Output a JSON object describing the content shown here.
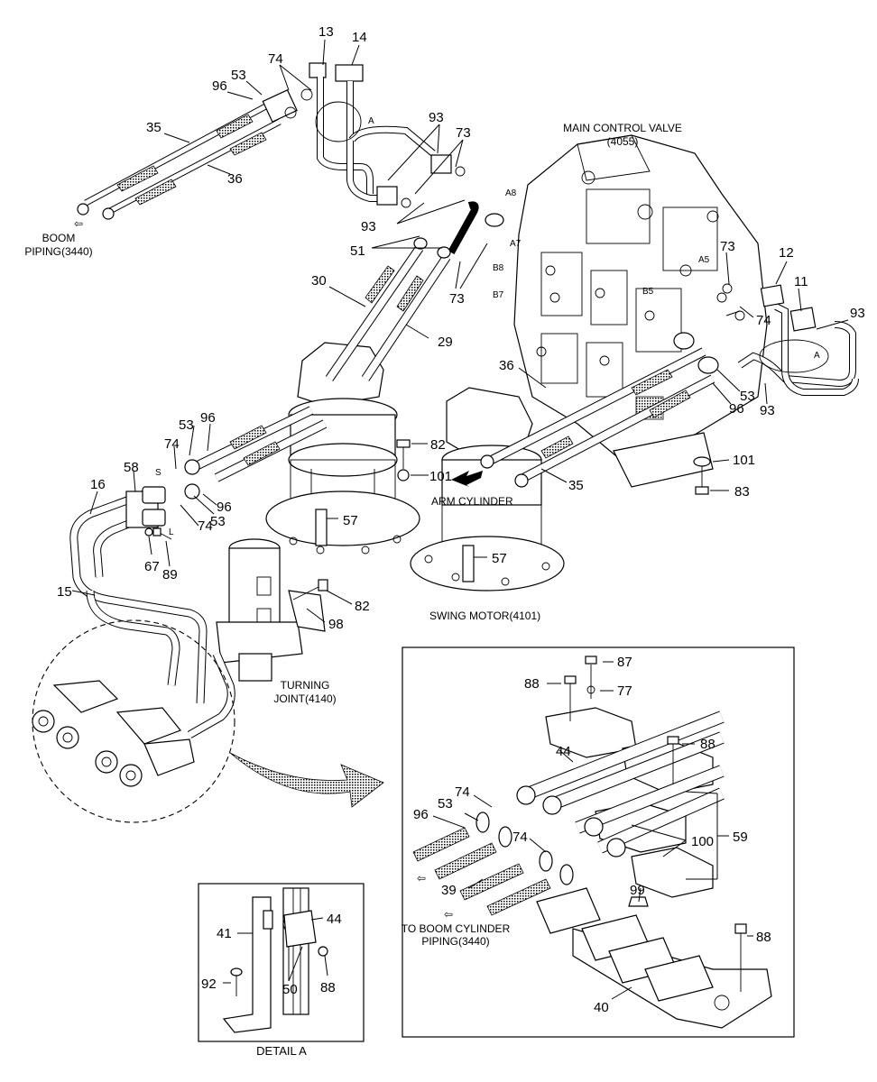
{
  "callouts": {
    "c13": "13",
    "c14": "14",
    "c74a": "74",
    "c53a": "53",
    "c96a": "96",
    "c35a": "35",
    "c36a": "36",
    "c93a": "93",
    "c73a": "73",
    "c93b": "93",
    "c51": "51",
    "c30": "30",
    "c29": "29",
    "c73b": "73",
    "c73c": "73",
    "c12": "12",
    "c11": "11",
    "c93c": "93",
    "c74b": "74",
    "c36b": "36",
    "c53b": "53",
    "c96b": "96",
    "c93d": "93",
    "c53c": "53",
    "c96c": "96",
    "c74c": "74",
    "c82a": "82",
    "c101a": "101",
    "c101b": "101",
    "c83": "83",
    "c35b": "35",
    "c58": "58",
    "c16": "16",
    "c96d": "96",
    "c74d": "74",
    "c53d": "53",
    "c57a": "57",
    "c57b": "57",
    "c67": "67",
    "c89": "89",
    "c15": "15",
    "c82b": "82",
    "c98": "98",
    "c87": "87",
    "c88a": "88",
    "c77": "77",
    "c88b": "88",
    "c44a": "44",
    "c74e": "74",
    "c53e": "53",
    "c96e": "96",
    "c74f": "74",
    "c100": "100",
    "c59": "59",
    "c39": "39",
    "c99": "99",
    "c88c": "88",
    "c40": "40",
    "c41": "41",
    "c44b": "44",
    "c92": "92",
    "c50": "50",
    "c88d": "88"
  },
  "ports": {
    "A8": "A8",
    "A7": "A7",
    "B8": "B8",
    "B7": "B7",
    "A5": "A5",
    "B5": "B5",
    "S": "S",
    "L": "L",
    "A1": "A",
    "A2": "A"
  },
  "labels": {
    "main_valve_1": "MAIN CONTROL VALVE",
    "main_valve_2": "(4055)",
    "boom_piping_1": "BOOM",
    "boom_piping_2": "PIPING(3440)",
    "arm_cylinder": "ARM CYLINDER",
    "swing_motor": "SWING MOTOR(4101)",
    "turning_1": "TURNING",
    "turning_2": "JOINT(4140)",
    "to_boom_1": "TO BOOM CYLINDER",
    "to_boom_2": "PIPING(3440)",
    "detail_a": "DETAIL A"
  }
}
